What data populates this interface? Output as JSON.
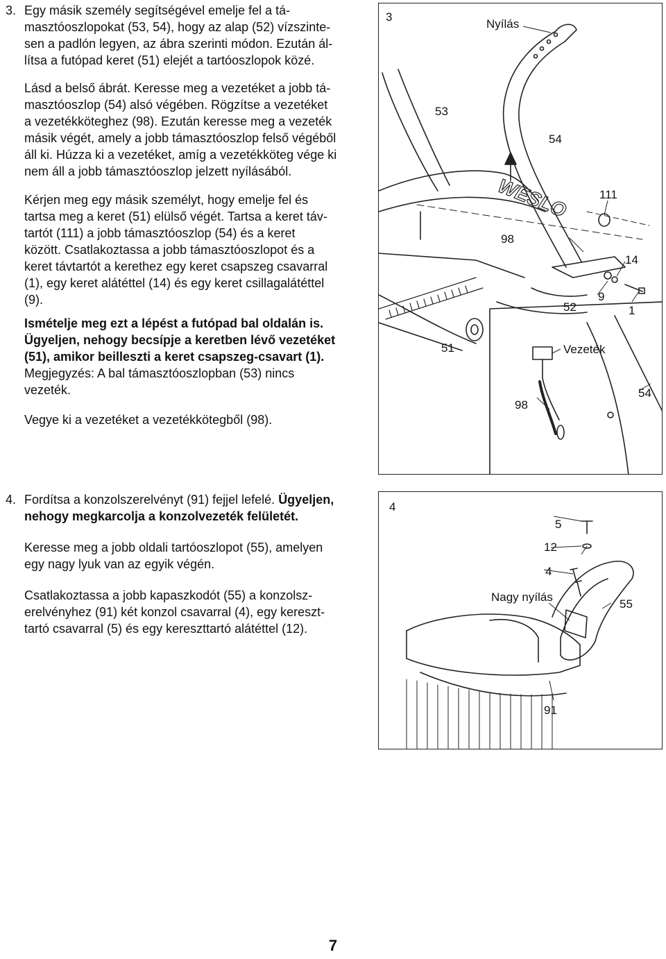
{
  "step3": {
    "number": "3.",
    "intro": "Egy másik személy segítségével emelje fel a támasztóoszlopokat (53, 54), hogy az alap (52) vízszintesen a padlón legyen, az ábra szerinti módon. Ezután állítsa a futópad keret (51) elejét a tartóoszlopok közé.",
    "intro_lines": [
      "Egy másik személy segítségével emelje fel a tá-",
      "masztóoszlopokat (53, 54), hogy az alap (52) vízszinte-",
      "sen a padlón legyen, az ábra szerinti módon. Ezután ál-",
      "lítsa a futópad keret (51) elejét a tartóoszlopok közé."
    ],
    "para2_lines": [
      "Lásd a belső ábrát. Keresse meg a vezetéket a jobb tá-",
      "masztóoszlop (54) alsó végében. Rögzítse a vezetéket",
      "a vezetékköteghez (98). Ezután keresse meg a vezeték",
      "másik végét, amely a jobb támasztóoszlop felső végéből",
      "áll ki. Húzza ki a vezetéket, amíg a vezetékköteg vége ki",
      "nem áll a jobb támasztóoszlop jelzett nyílásából."
    ],
    "para3_lines": [
      "Kérjen meg egy másik személyt, hogy emelje fel és",
      "tartsa meg a keret (51) elülső végét. Tartsa a keret táv-",
      "tartót (111) a jobb támasztóoszlop (54) és a keret",
      "között. Csatlakoztassa a jobb támasztóoszlopot és a",
      "keret távtartót a kerethez egy keret csapszeg csavarral",
      "(1), egy keret alátéttel (14) és egy keret csillagalátéttel",
      "(9)."
    ],
    "para4_bold_lines": [
      "Ismételje meg ezt a lépést a futópad bal oldalán is.",
      "Ügyeljen, nehogy becsípje a keretben lévő vezetéket",
      "(51), amikor beilleszti a keret csapszeg-csavart (1)."
    ],
    "para4_note_lines": [
      "Megjegyzés: A bal támasztóoszlopban (53) nincs",
      "vezeték."
    ],
    "para5": "Vegye ki a vezetéket a vezetékkötegből (98).",
    "figure": {
      "number": "3",
      "labels": {
        "nyilas": "Nyílás",
        "p53": "53",
        "p54a": "54",
        "p111": "111",
        "p98a": "98",
        "p14": "14",
        "p9": "9",
        "p52": "52",
        "p1": "1",
        "p51": "51",
        "vezetek": "Vezeték",
        "p98b": "98",
        "p54b": "54"
      },
      "logo_text": "WESLO"
    }
  },
  "step4": {
    "number": "4.",
    "para1_normal": "Fordítsa a konzolszerelvényt (91) fejjel lefelé.",
    "para1_bold_a": "Ügyeljen,",
    "para1_bold_b": "nehogy megkarcolja a konzolvezeték felületét.",
    "para2_lines": [
      "Keresse meg a jobb oldali tartóoszlopot (55), amelyen",
      "egy nagy lyuk van az egyik végén."
    ],
    "para3_lines": [
      "Csatlakoztassa a jobb kapaszkodót (55) a konzolsz-",
      "erelvényhez (91) két konzol csavarral (4), egy kereszt-",
      "tartó csavarral (5) és egy kereszttartó alátéttel (12)."
    ],
    "figure": {
      "number": "4",
      "labels": {
        "p5": "5",
        "p12": "12",
        "p4": "4",
        "nagy_nyilas": "Nagy nyílás",
        "p55": "55",
        "p91": "91"
      }
    }
  },
  "page_number": "7"
}
